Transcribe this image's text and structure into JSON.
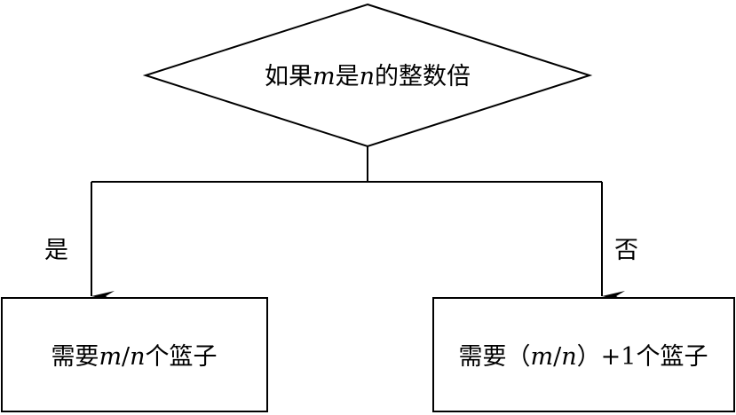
{
  "diagram": {
    "decision": {
      "prefix": "如果",
      "var_m": "m",
      "middle": "是",
      "var_n": "n",
      "suffix": "的整数倍"
    },
    "yes_branch": {
      "label": "是",
      "result": {
        "prefix": "需要",
        "expr_m": "m",
        "slash": "/",
        "expr_n": "n",
        "suffix": "个篮子"
      }
    },
    "no_branch": {
      "label": "否",
      "result": {
        "prefix": "需要",
        "open_paren": "（",
        "expr_m": "m",
        "slash": "/",
        "expr_n": "n",
        "close_paren": "）",
        "plus_one": "+1",
        "suffix": "个篮子"
      }
    }
  }
}
